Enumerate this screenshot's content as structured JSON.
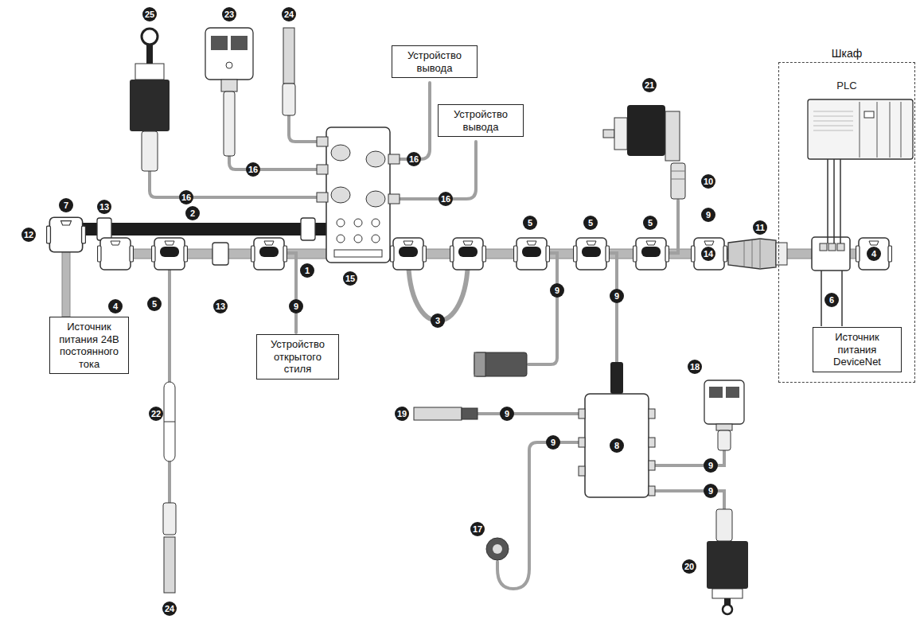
{
  "diagram": {
    "nodes": [
      {
        "text": [
          "Устройство вывода"
        ]
      },
      {
        "text": [
          "Шкаф"
        ]
      },
      {
        "text": [
          "Устройство вывода"
        ]
      },
      {
        "text": [
          "Источник питания DeviceNet"
        ],
        "in": 1
      },
      {
        "text": [
          "Источник питания 24В постоянного тока"
        ]
      },
      {
        "text": [
          "Устройство открытого стиля"
        ]
      }
    ],
    "labels": [
      "25",
      "23",
      "24",
      "21",
      "PLC",
      "16",
      "16",
      "10",
      "16",
      "16",
      "7",
      "13",
      "2",
      "5",
      "5",
      "5",
      "9",
      "11",
      "12",
      "1",
      "14",
      "15",
      "4",
      "5",
      "13",
      "9",
      "9",
      "9",
      "4",
      "6",
      "3",
      "18",
      "19",
      "22",
      "8",
      "9",
      "9",
      "9",
      "9",
      "17",
      "20",
      "24"
    ]
  }
}
